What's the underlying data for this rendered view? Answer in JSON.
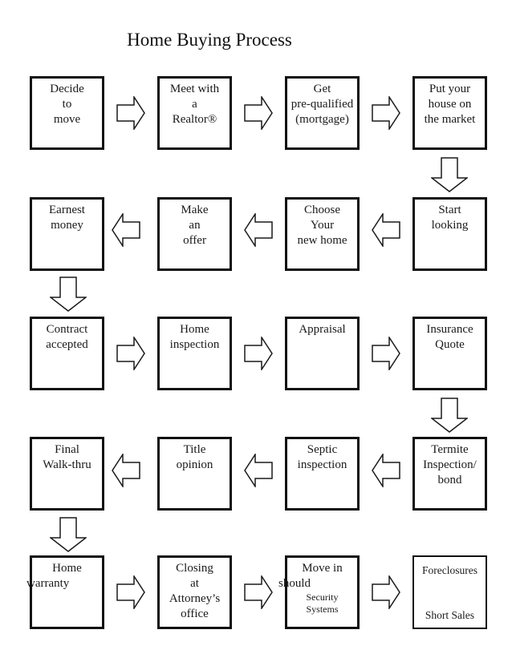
{
  "title": "Home Buying Process",
  "colors": {
    "ink": "#1a1a1a",
    "border": "#111111",
    "background": "#ffffff"
  },
  "boxes": [
    {
      "id": "decide-to-move",
      "lines": [
        "Decide",
        "to",
        "move"
      ]
    },
    {
      "id": "meet-with-a-realtor",
      "lines": [
        "Meet with",
        "a",
        "Realtor®"
      ]
    },
    {
      "id": "get-pre-qualified",
      "lines": [
        "Get",
        "pre-qualified",
        "(mortgage)"
      ]
    },
    {
      "id": "put-house-on-market",
      "lines": [
        "Put your",
        "house on",
        "the market"
      ]
    },
    {
      "id": "start-looking",
      "lines": [
        "Start",
        "looking"
      ]
    },
    {
      "id": "choose-your-new-home",
      "lines": [
        "Choose",
        "Your",
        "new home"
      ]
    },
    {
      "id": "make-an-offer",
      "lines": [
        "Make",
        "an",
        "offer"
      ]
    },
    {
      "id": "earnest-money",
      "lines": [
        "Earnest",
        "money"
      ]
    },
    {
      "id": "contract-accepted",
      "lines": [
        "Contract",
        "accepted"
      ]
    },
    {
      "id": "home-inspection",
      "lines": [
        "Home",
        "inspection"
      ]
    },
    {
      "id": "appraisal",
      "lines": [
        "Appraisal"
      ]
    },
    {
      "id": "insurance-quote",
      "lines": [
        "Insurance",
        "Quote"
      ]
    },
    {
      "id": "termite-inspection-bond",
      "lines": [
        "Termite",
        "Inspection/",
        "bond"
      ]
    },
    {
      "id": "septic-inspection",
      "lines": [
        "Septic",
        "inspection"
      ]
    },
    {
      "id": "title-opinion",
      "lines": [
        "Title",
        "opinion"
      ]
    },
    {
      "id": "final-walk-thru",
      "lines": [
        "Final",
        "Walk-thru"
      ]
    },
    {
      "id": "home-warranty",
      "lines": [
        "Home",
        "warranty"
      ]
    },
    {
      "id": "closing-attorneys-office",
      "lines": [
        "Closing",
        "at",
        "Attorney’s",
        "office"
      ]
    },
    {
      "id": "move-in",
      "lines": [
        "Move in",
        "should",
        "Security",
        "Systems"
      ]
    },
    {
      "id": "foreclosures-short-sales",
      "lines": [
        "Foreclosures",
        "Short Sales"
      ]
    }
  ]
}
